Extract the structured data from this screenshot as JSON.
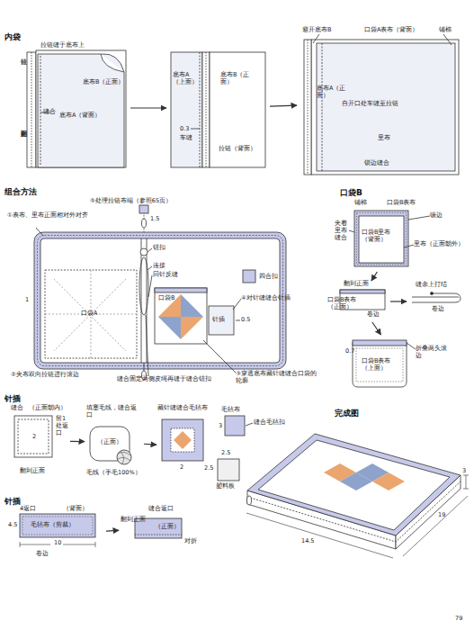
{
  "diagram": {
    "nodes": [
      {
        "text": [
          "拉链缝于底布上",
          "底布B（正面）",
          "底布A（背面）",
          "缝合",
          "拉链",
          "翻到正面"
        ]
      },
      {
        "text": [
          "底布A（上面）",
          "底布B（正面）",
          "0.3",
          "车缝",
          "拉链（背面）"
        ]
      },
      {
        "text": [
          "避开底布B",
          "口袋A表布（背面）",
          "铺棉",
          "底布A（正面）",
          "自开口处车缝至拉链",
          "里布",
          "锁边缝合"
        ]
      },
      {
        "text": [
          "⑤处理拉链布端（参照65页）",
          "1.5",
          "①表布、里布正面相对外对齐",
          "钮扣",
          "连接",
          "回针反缝",
          "1",
          "口袋A",
          "四合扣",
          "④对针缝缝合针插",
          "0.5",
          "③穿透底布藏针缝缝合口袋的轮廓",
          "②夹布双向拉链进行滚边",
          "缝合固定两侧皮绳再缝于缝合钮扣"
        ]
      },
      {
        "text": [
          "口袋B"
        ],
        "in": 3
      },
      {
        "text": [
          "针插"
        ],
        "in": 3
      },
      {
        "text": [
          "铺棉",
          "口袋B表布",
          "镶边",
          "夹着里布缝合",
          "口袋B里布（背面）",
          "里布（正面朝外）"
        ]
      },
      {
        "text": [
          "翻到正面",
          "口袋B表布（正面）",
          "卷边"
        ]
      },
      {
        "text": [
          "缝余上打结",
          "卷边"
        ]
      },
      {
        "text": [
          "0.7",
          "口袋B表布（上面）",
          "折叠两头滚边"
        ]
      },
      {
        "text": [
          "缝合",
          "（正面朝内）",
          "留1处返口",
          "2",
          "翻到正面"
        ]
      },
      {
        "text": [
          "填塞毛线，缝合返口",
          "（正面）",
          "毛线（手毛100%）"
        ]
      },
      {
        "text": [
          "藏针缝缝合毛毡布",
          "2"
        ]
      },
      {
        "text": [
          "毛毡布",
          "3"
        ]
      },
      {
        "text": [
          "2.5",
          "2.5",
          "塑料板"
        ]
      },
      {
        "text": [
          "4返口",
          "（背面）",
          "4.5",
          "毛毡布（剪裁）",
          "10",
          "卷边"
        ]
      },
      {
        "text": [
          "缝合返口",
          "翻到正面",
          "（正面）",
          "对折"
        ]
      },
      {
        "text": [
          "3",
          "19",
          "14.5"
        ]
      }
    ],
    "edges": [
      {
        "from": 0,
        "to": 1,
        "arrow": "to"
      },
      {
        "from": 1,
        "to": 2,
        "arrow": "to"
      },
      {
        "from": 6,
        "to": 7,
        "arrow": "to"
      },
      {
        "from": 7,
        "to": 8,
        "arrow": "to"
      },
      {
        "from": 7,
        "to": 9,
        "arrow": "to"
      },
      {
        "from": 10,
        "to": 11,
        "arrow": "to"
      },
      {
        "from": 11,
        "to": 12,
        "arrow": "to"
      },
      {
        "from": 15,
        "to": 16,
        "arrow": "to"
      }
    ],
    "labels": [
      "内袋",
      "组合方法",
      "口袋B",
      "针插",
      "缝合毛毡扣",
      "针插",
      "完成图",
      "79"
    ]
  }
}
